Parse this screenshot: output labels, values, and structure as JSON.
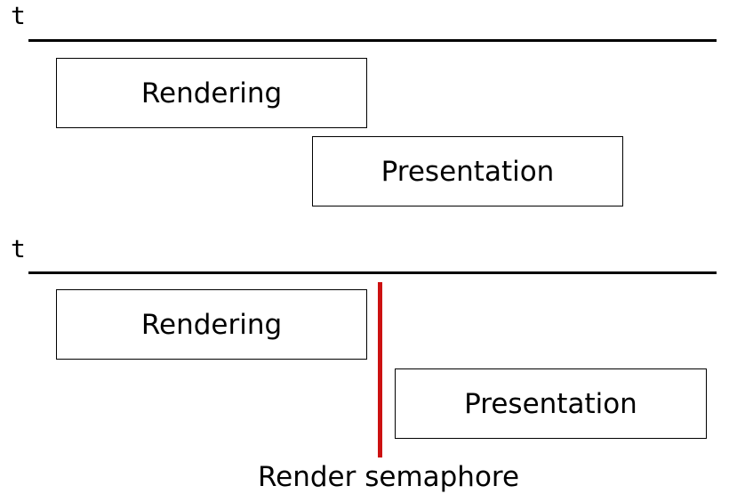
{
  "colors": {
    "semaphore": "#cc1111",
    "line": "#000000",
    "box_border": "#000000"
  },
  "top_diagram": {
    "axis_label": "t",
    "rendering_label": "Rendering",
    "presentation_label": "Presentation"
  },
  "bottom_diagram": {
    "axis_label": "t",
    "rendering_label": "Rendering",
    "presentation_label": "Presentation",
    "semaphore_label": "Render semaphore"
  }
}
